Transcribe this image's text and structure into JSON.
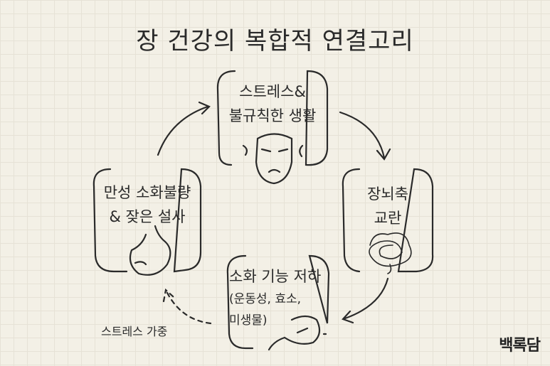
{
  "title": "장 건강의 복합적 연결고리",
  "nodes": {
    "stress": {
      "line1": "스트레스&",
      "line2": "불규칙한 생활"
    },
    "gut_brain": {
      "line1": "장뇌축",
      "line2": "교란"
    },
    "digestion": {
      "line1": "소화 기능 저하",
      "line2": "(운동성, 효소,",
      "line3": "미생물)"
    },
    "chronic": {
      "line1": "만성 소화불량",
      "line2": "& 잦은 설사"
    }
  },
  "feedback_label": "스트레스 가중",
  "logo": "백록담",
  "colors": {
    "background": "#f3f0e6",
    "ink": "#2a2a2a"
  }
}
